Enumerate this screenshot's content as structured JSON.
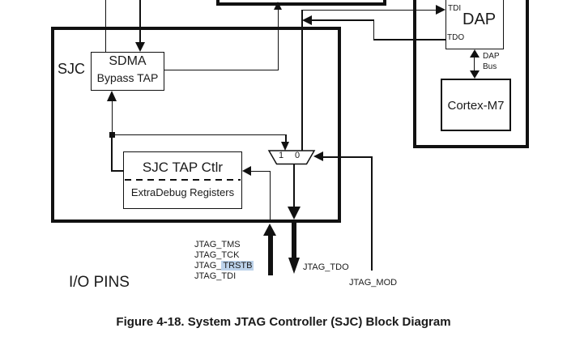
{
  "figure": {
    "caption": "Figure 4-18. System JTAG Controller (SJC) Block Diagram"
  },
  "sjc": {
    "label": "SJC",
    "sdma_tap": {
      "title": "SDMA",
      "subtitle": "Bypass TAP"
    },
    "tap_ctlr": {
      "title": "SJC TAP Ctlr",
      "registers": "ExtraDebug Registers"
    },
    "mux": {
      "input_left": "1",
      "input_right": "0"
    }
  },
  "platform": {
    "dap": {
      "title": "DAP",
      "pin_tdi": "TDI",
      "pin_tdo": "TDO"
    },
    "bus": {
      "line1": "DAP",
      "line2": "Bus"
    },
    "cortex": {
      "title": "Cortex-M7"
    }
  },
  "io": {
    "label": "I/O PINS",
    "jtag_tms": "JTAG_TMS",
    "jtag_tck": "JTAG_TCK",
    "jtag_trstb_prefix": "JTAG_",
    "jtag_trstb_highlighted": "TRSTB",
    "jtag_tdi": "JTAG_TDI",
    "jtag_tdo": "JTAG_TDO",
    "jtag_mod": "JTAG_MOD"
  },
  "colors": {
    "highlight": "#bcd2ea",
    "line": "#111111"
  }
}
